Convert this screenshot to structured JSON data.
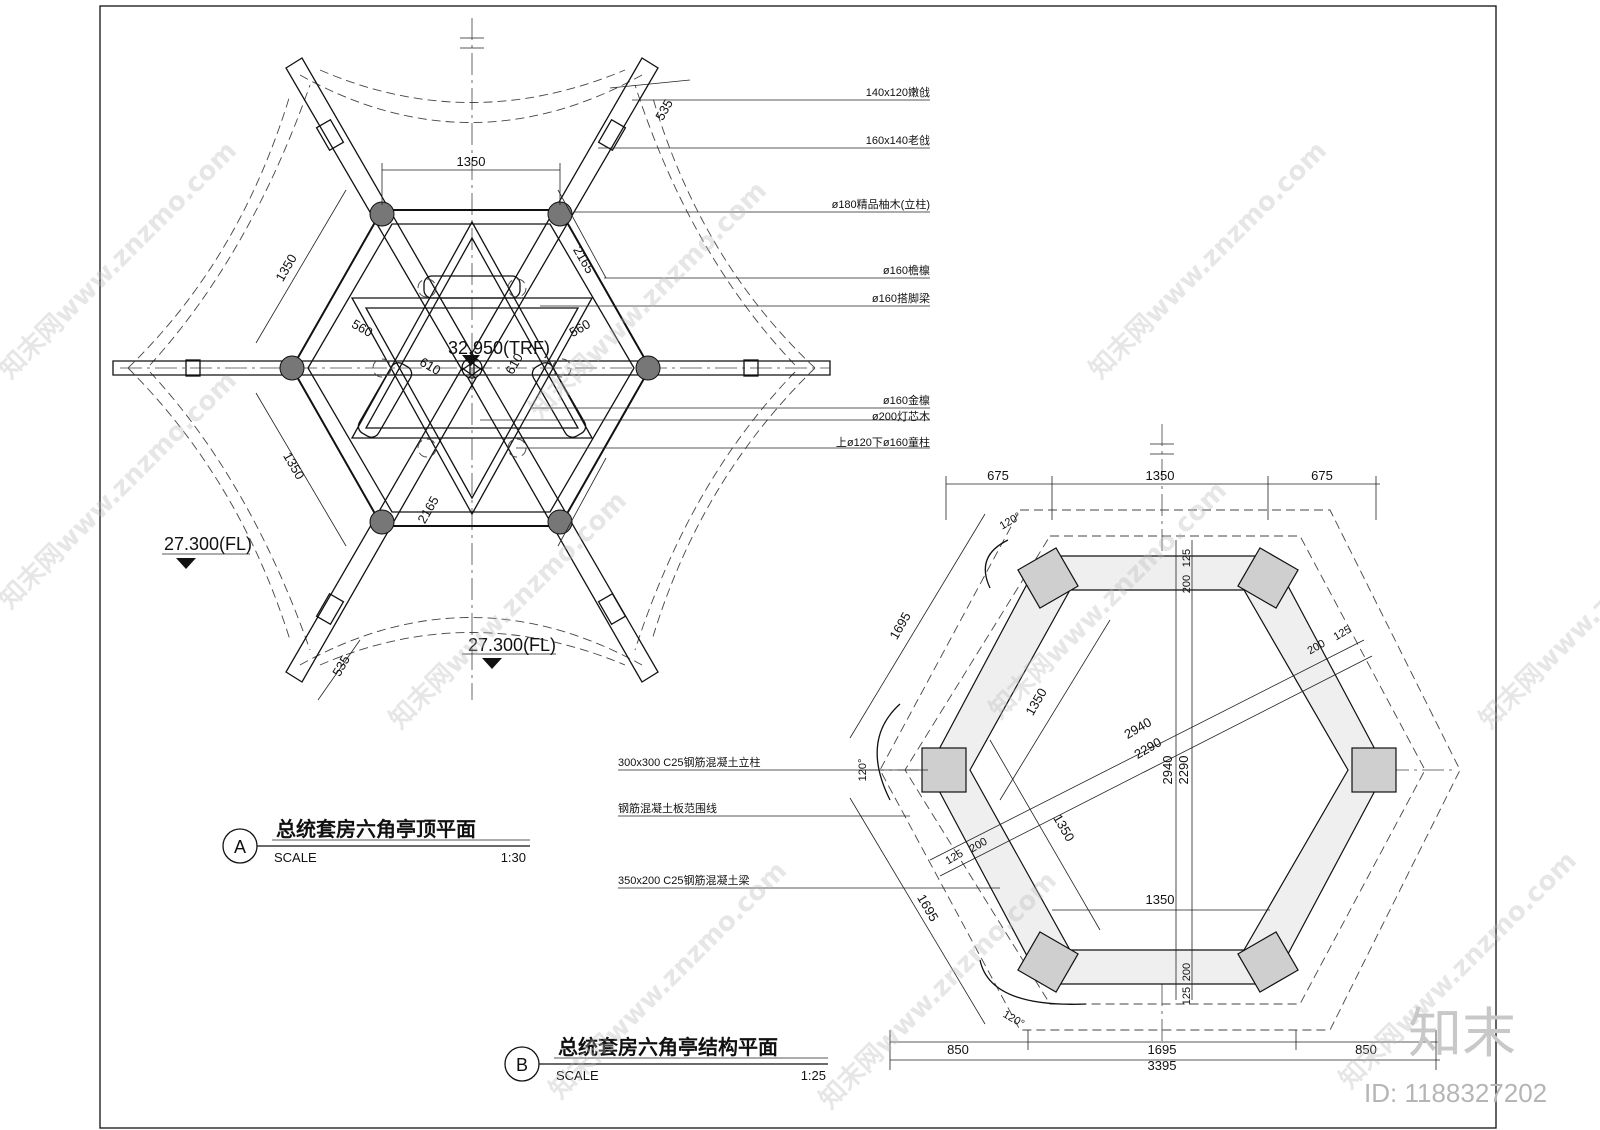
{
  "plan_a": {
    "dims": {
      "top_width": "1350",
      "left_upper": "1350",
      "left_lower": "1350",
      "diag_upper": "2165",
      "diag_lower": "2165",
      "inner_left": "560",
      "inner_right": "560",
      "center_left": "610",
      "center_right": "610",
      "overhang_top": "535",
      "overhang_bottom": "535"
    },
    "elevations": {
      "ridge": "32.950(TRF)",
      "floor_left": "27.300(FL)",
      "floor_bottom": "27.300(FL)"
    },
    "labels": [
      "140x120嫩戗",
      "160x140老戗",
      "ø180精品柚木(立柱)",
      "ø160檐檩",
      "ø160搭脚梁",
      "ø160金檩",
      "ø200灯芯木",
      "上ø120下ø160童柱"
    ],
    "title": {
      "letter": "A",
      "name": "总统套房六角亭顶平面",
      "scale_label": "SCALE",
      "scale_value": "1:30"
    }
  },
  "plan_b": {
    "dims": {
      "top_left": "675",
      "top_mid": "1350",
      "top_right": "675",
      "angle_top": "120°",
      "angle_left": "120°",
      "angle_bottom": "120°",
      "side_upper": "1695",
      "side_lower": "1695",
      "right_125": "125",
      "right_200": "200",
      "top_125": "125",
      "top_200": "200",
      "left_125": "125",
      "left_200": "200",
      "bottom_200": "200",
      "bottom_125": "125",
      "diag_2940": "2940",
      "diag_2290": "2290",
      "vert_2940": "2940",
      "vert_2290": "2290",
      "inner_1350_a": "1350",
      "inner_1350_b": "1350",
      "inner_1350_c": "1350",
      "bottom_left": "850",
      "bottom_mid": "1695",
      "bottom_right": "850",
      "bottom_total": "3395"
    },
    "labels": [
      "300x300 C25钢筋混凝土立柱",
      "钢筋混凝土板范围线",
      "350x200 C25钢筋混凝土梁"
    ],
    "title": {
      "letter": "B",
      "name": "总统套房六角亭结构平面",
      "scale_label": "SCALE",
      "scale_value": "1:25"
    }
  },
  "watermark": {
    "text": "知末网www.znzmo.com",
    "brand": "知末",
    "id": "ID: 1188327202"
  }
}
